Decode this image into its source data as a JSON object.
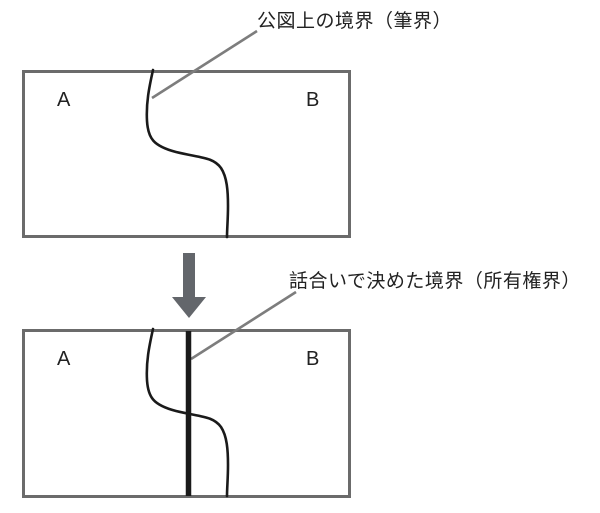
{
  "top_figure": {
    "caption": "公図上の境界（筆界）",
    "parcel_left": "A",
    "parcel_right": "B"
  },
  "bottom_figure": {
    "caption": "話合いで決めた境界（所有権界）",
    "parcel_left": "A",
    "parcel_right": "B"
  },
  "icons": {
    "down_arrow": "down-arrow-icon"
  },
  "colors": {
    "border_gray": "#6b6b6b",
    "leader_gray": "#7d7d7d",
    "arrow_gray": "#63666b",
    "line_black": "#1a1a1a",
    "text_black": "#222222",
    "background": "#ffffff"
  }
}
